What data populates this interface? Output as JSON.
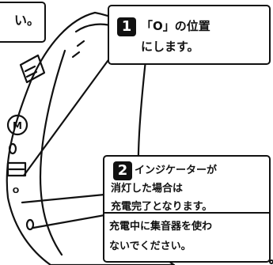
{
  "callouts": {
    "top_left_tail": "い。",
    "step1": {
      "number": "1",
      "text": "「O」の位置\nにします。"
    },
    "step2": {
      "number": "2",
      "text": "インジケーターが\n消灯した場合は\n充電完了となります。",
      "note": "充電中に集音器を使わ\nないでください。"
    }
  },
  "device": {
    "button_label": "M",
    "switch_label": "O"
  },
  "colors": {
    "ink": "#111111",
    "background": "#ffffff"
  }
}
